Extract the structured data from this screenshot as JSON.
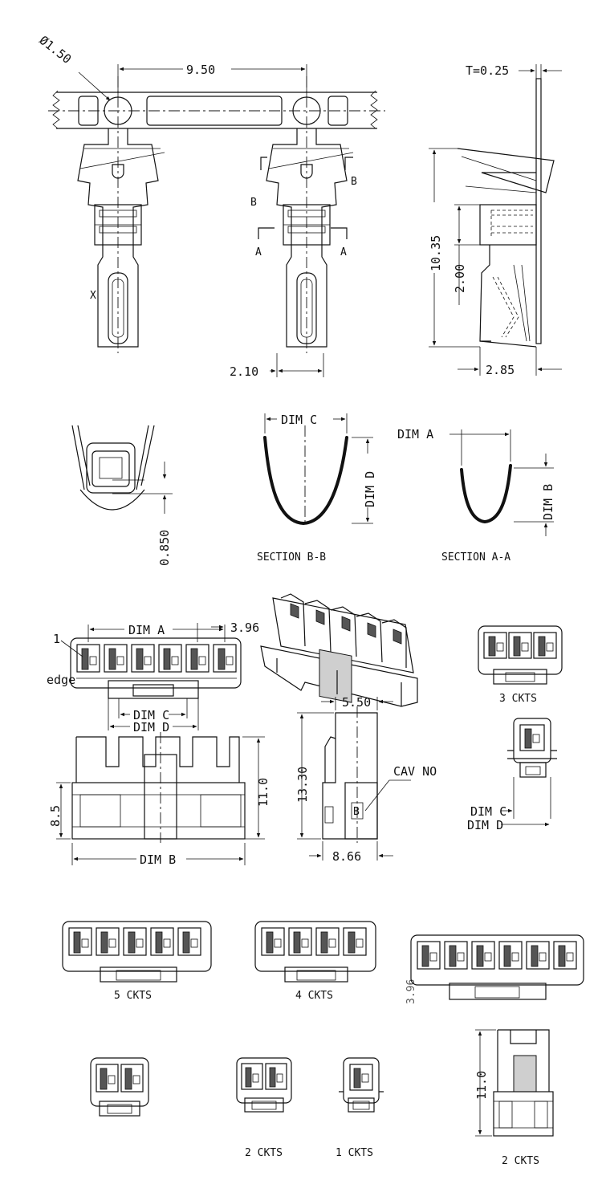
{
  "drawing": {
    "terminal": {
      "hole_dia": "Ø1.50",
      "pitch": "9.50",
      "thickness": "T=0.25",
      "height": "10.35",
      "crimp_len": "2.00",
      "width": "2.10",
      "side_width": "2.85",
      "section_mark_a": "A",
      "section_mark_b": "B",
      "x_mark": "X"
    },
    "sections": {
      "front_dim": "0.850",
      "bb_dim_c": "DIM C",
      "bb_dim_d": "DIM D",
      "bb_title": "SECTION B-B",
      "aa_dim_a": "DIM A",
      "aa_dim_b": "DIM B",
      "aa_title": "SECTION A-A"
    },
    "housing": {
      "dim_a": "DIM A",
      "pitch": "3.96",
      "cavity_one": "1",
      "edge_label": "edge",
      "dim_c": "DIM C",
      "dim_d": "DIM D",
      "label_3ckts": "3 CKTS"
    },
    "housing_views": {
      "height_85": "8.5",
      "height_110": "11.0",
      "dim_b": "DIM B",
      "side_top": "5.50",
      "side_height": "13.30",
      "cav_no": "CAV NO",
      "side_bottom": "8.66",
      "small_dim_c": "DIM C",
      "small_dim_d": "DIM D"
    },
    "variants": {
      "label_5": "5 CKTS",
      "label_4": "4 CKTS",
      "label_2a": "2 CKTS",
      "label_1": "1 CKTS",
      "label_2b": "2 CKTS",
      "side_110": "11.0",
      "clip_text": "3.96"
    }
  }
}
